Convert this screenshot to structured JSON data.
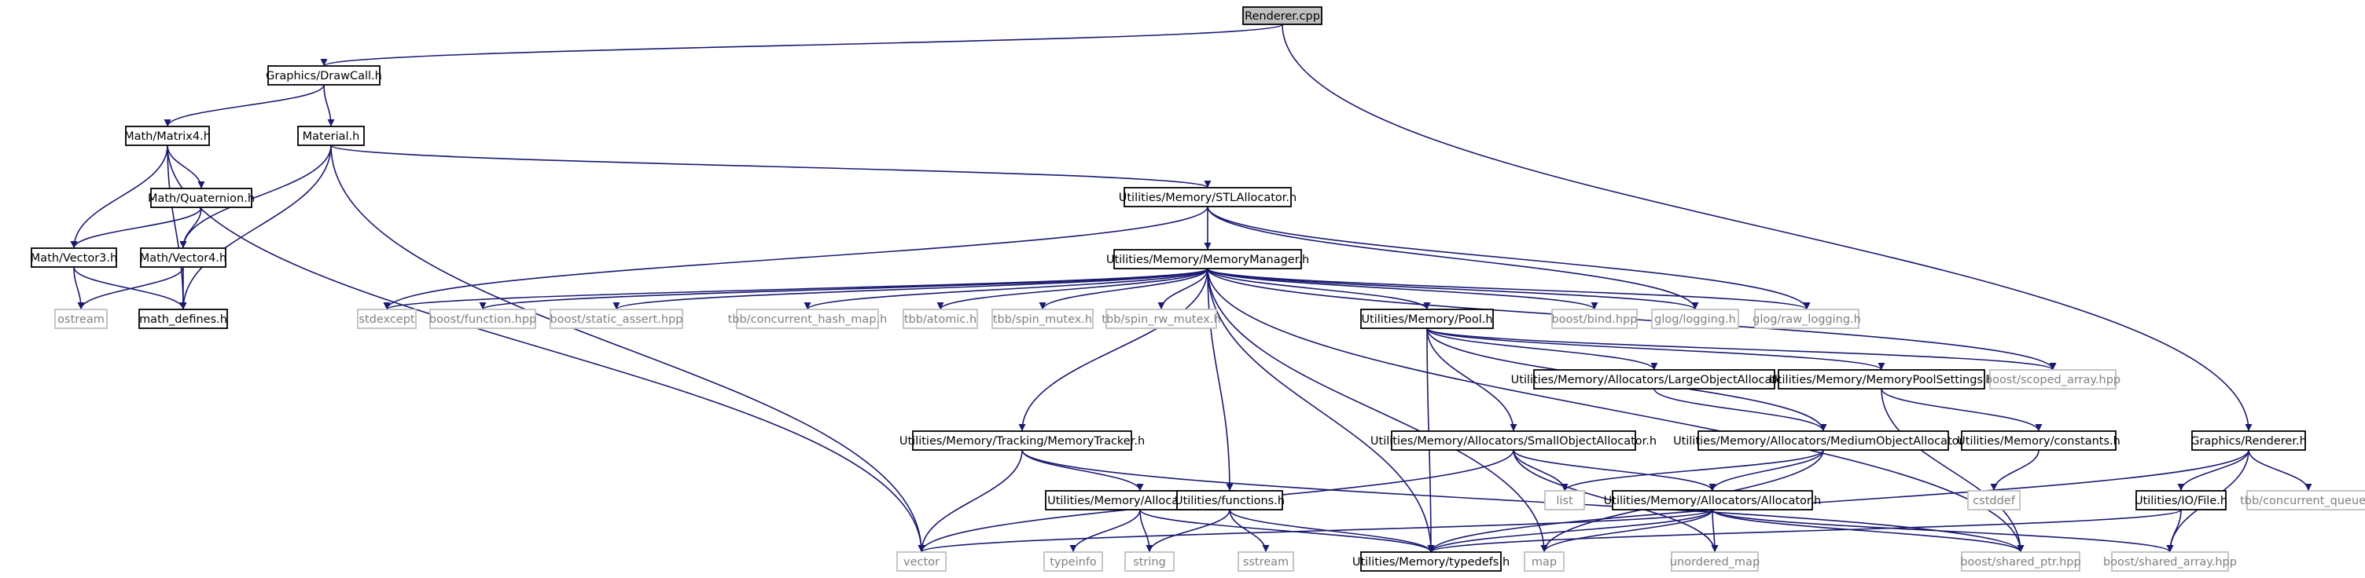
{
  "colors": {
    "edge": "#191970",
    "node_border": "#000000",
    "ext_border": "#bfbfbf",
    "ext_text": "#808080",
    "root_fill": "#bfbfbf",
    "node_fill": "#ffffff",
    "text": "#000000"
  },
  "nodes": [
    {
      "id": "n0",
      "label": "Renderer.cpp",
      "kind": "root"
    },
    {
      "id": "n1",
      "label": "Graphics/DrawCall.h",
      "kind": "file"
    },
    {
      "id": "n2",
      "label": "Math/Matrix4.h",
      "kind": "file"
    },
    {
      "id": "n3",
      "label": "Material.h",
      "kind": "file"
    },
    {
      "id": "n4",
      "label": "Math/Quaternion.h",
      "kind": "file"
    },
    {
      "id": "n5",
      "label": "Math/Vector3.h",
      "kind": "file"
    },
    {
      "id": "n6",
      "label": "Math/Vector4.h",
      "kind": "file"
    },
    {
      "id": "n7",
      "label": "ostream",
      "kind": "ext"
    },
    {
      "id": "n8",
      "label": "math_defines.h",
      "kind": "file"
    },
    {
      "id": "n9",
      "label": "Utilities/Memory/STLAllocator.h",
      "kind": "file"
    },
    {
      "id": "n10",
      "label": "Utilities/Memory/MemoryManager.h",
      "kind": "file"
    },
    {
      "id": "n11",
      "label": "stdexcept",
      "kind": "ext"
    },
    {
      "id": "n12",
      "label": "boost/function.hpp",
      "kind": "ext"
    },
    {
      "id": "n13",
      "label": "boost/static_assert.hpp",
      "kind": "ext"
    },
    {
      "id": "n14",
      "label": "tbb/concurrent_hash_map.h",
      "kind": "ext"
    },
    {
      "id": "n15",
      "label": "tbb/atomic.h",
      "kind": "ext"
    },
    {
      "id": "n16",
      "label": "tbb/spin_mutex.h",
      "kind": "ext"
    },
    {
      "id": "n17",
      "label": "tbb/spin_rw_mutex.h",
      "kind": "ext"
    },
    {
      "id": "n18",
      "label": "Utilities/Memory/Pool.h",
      "kind": "file"
    },
    {
      "id": "n19",
      "label": "boost/bind.hpp",
      "kind": "ext"
    },
    {
      "id": "n20",
      "label": "glog/logging.h",
      "kind": "ext"
    },
    {
      "id": "n21",
      "label": "glog/raw_logging.h",
      "kind": "ext"
    },
    {
      "id": "n22",
      "label": "Utilities/Memory/Allocators/LargeObjectAllocator.h",
      "kind": "file"
    },
    {
      "id": "n23",
      "label": "Utilities/Memory/MemoryPoolSettings.h",
      "kind": "file"
    },
    {
      "id": "n24",
      "label": "boost/scoped_array.hpp",
      "kind": "ext"
    },
    {
      "id": "n25",
      "label": "Utilities/Memory/Tracking/MemoryTracker.h",
      "kind": "file"
    },
    {
      "id": "n26",
      "label": "Utilities/Memory/Allocators/SmallObjectAllocator.h",
      "kind": "file"
    },
    {
      "id": "n27",
      "label": "Utilities/Memory/Allocators/MediumObjectAllocator.h",
      "kind": "file"
    },
    {
      "id": "n28",
      "label": "Utilities/Memory/constants.h",
      "kind": "file"
    },
    {
      "id": "n29",
      "label": "Graphics/Renderer.h",
      "kind": "file"
    },
    {
      "id": "n30",
      "label": "Utilities/Memory/AllocationInfo.h",
      "kind": "file"
    },
    {
      "id": "n31",
      "label": "Utilities/functions.h",
      "kind": "file"
    },
    {
      "id": "n32",
      "label": "list",
      "kind": "ext"
    },
    {
      "id": "n33",
      "label": "Utilities/Memory/Allocators/Allocator.h",
      "kind": "file"
    },
    {
      "id": "n34",
      "label": "cstddef",
      "kind": "ext"
    },
    {
      "id": "n35",
      "label": "Utilities/IO/File.h",
      "kind": "file"
    },
    {
      "id": "n36",
      "label": "tbb/concurrent_queue.h",
      "kind": "ext"
    },
    {
      "id": "n37",
      "label": "vector",
      "kind": "ext"
    },
    {
      "id": "n38",
      "label": "typeinfo",
      "kind": "ext"
    },
    {
      "id": "n39",
      "label": "string",
      "kind": "ext"
    },
    {
      "id": "n40",
      "label": "sstream",
      "kind": "ext"
    },
    {
      "id": "n41",
      "label": "Utilities/Memory/typedefs.h",
      "kind": "file"
    },
    {
      "id": "n42",
      "label": "map",
      "kind": "ext"
    },
    {
      "id": "n43",
      "label": "unordered_map",
      "kind": "ext"
    },
    {
      "id": "n44",
      "label": "boost/shared_ptr.hpp",
      "kind": "ext"
    },
    {
      "id": "n45",
      "label": "boost/shared_array.hpp",
      "kind": "ext"
    }
  ],
  "edges": [
    [
      "n0",
      "n1"
    ],
    [
      "n0",
      "n29"
    ],
    [
      "n1",
      "n2"
    ],
    [
      "n1",
      "n3"
    ],
    [
      "n2",
      "n4"
    ],
    [
      "n2",
      "n5"
    ],
    [
      "n2",
      "n8"
    ],
    [
      "n2",
      "n37"
    ],
    [
      "n3",
      "n6"
    ],
    [
      "n3",
      "n8"
    ],
    [
      "n3",
      "n9"
    ],
    [
      "n3",
      "n37"
    ],
    [
      "n4",
      "n5"
    ],
    [
      "n4",
      "n6"
    ],
    [
      "n5",
      "n7"
    ],
    [
      "n5",
      "n8"
    ],
    [
      "n6",
      "n7"
    ],
    [
      "n6",
      "n8"
    ],
    [
      "n9",
      "n10"
    ],
    [
      "n9",
      "n11"
    ],
    [
      "n9",
      "n20"
    ],
    [
      "n9",
      "n21"
    ],
    [
      "n10",
      "n11"
    ],
    [
      "n10",
      "n12"
    ],
    [
      "n10",
      "n13"
    ],
    [
      "n10",
      "n14"
    ],
    [
      "n10",
      "n15"
    ],
    [
      "n10",
      "n16"
    ],
    [
      "n10",
      "n17"
    ],
    [
      "n10",
      "n18"
    ],
    [
      "n10",
      "n19"
    ],
    [
      "n10",
      "n20"
    ],
    [
      "n10",
      "n21"
    ],
    [
      "n10",
      "n24"
    ],
    [
      "n10",
      "n25"
    ],
    [
      "n10",
      "n31"
    ],
    [
      "n10",
      "n41"
    ],
    [
      "n10",
      "n42"
    ],
    [
      "n10",
      "n44"
    ],
    [
      "n18",
      "n22"
    ],
    [
      "n18",
      "n23"
    ],
    [
      "n18",
      "n24"
    ],
    [
      "n18",
      "n26"
    ],
    [
      "n18",
      "n27"
    ],
    [
      "n18",
      "n41"
    ],
    [
      "n22",
      "n27"
    ],
    [
      "n23",
      "n28"
    ],
    [
      "n23",
      "n44"
    ],
    [
      "n25",
      "n30"
    ],
    [
      "n25",
      "n37"
    ],
    [
      "n25",
      "n44"
    ],
    [
      "n26",
      "n32"
    ],
    [
      "n26",
      "n33"
    ],
    [
      "n26",
      "n37"
    ],
    [
      "n26",
      "n43"
    ],
    [
      "n27",
      "n32"
    ],
    [
      "n27",
      "n33"
    ],
    [
      "n27",
      "n42"
    ],
    [
      "n28",
      "n34"
    ],
    [
      "n29",
      "n35"
    ],
    [
      "n29",
      "n36"
    ],
    [
      "n29",
      "n41"
    ],
    [
      "n29",
      "n45"
    ],
    [
      "n30",
      "n38"
    ],
    [
      "n30",
      "n39"
    ],
    [
      "n30",
      "n41"
    ],
    [
      "n31",
      "n39"
    ],
    [
      "n31",
      "n40"
    ],
    [
      "n31",
      "n41"
    ],
    [
      "n33",
      "n37"
    ],
    [
      "n33",
      "n41"
    ],
    [
      "n33",
      "n42"
    ],
    [
      "n33",
      "n43"
    ],
    [
      "n33",
      "n44"
    ],
    [
      "n33",
      "n45"
    ],
    [
      "n35",
      "n41"
    ],
    [
      "n35",
      "n45"
    ]
  ]
}
